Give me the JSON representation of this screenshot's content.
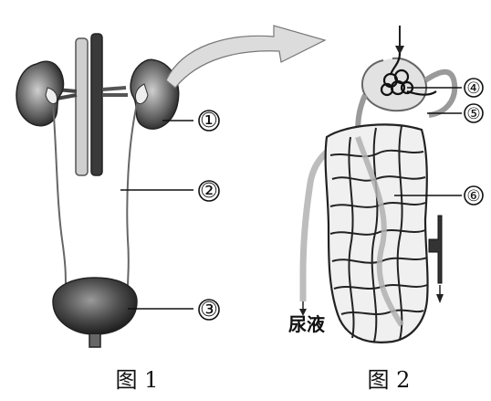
{
  "figures": [
    {
      "caption": "图 1"
    },
    {
      "caption": "图 2"
    }
  ],
  "labels": {
    "one": "①",
    "two": "②",
    "three": "③",
    "four": "④",
    "five": "⑤",
    "six": "⑥",
    "urine": "尿液"
  }
}
